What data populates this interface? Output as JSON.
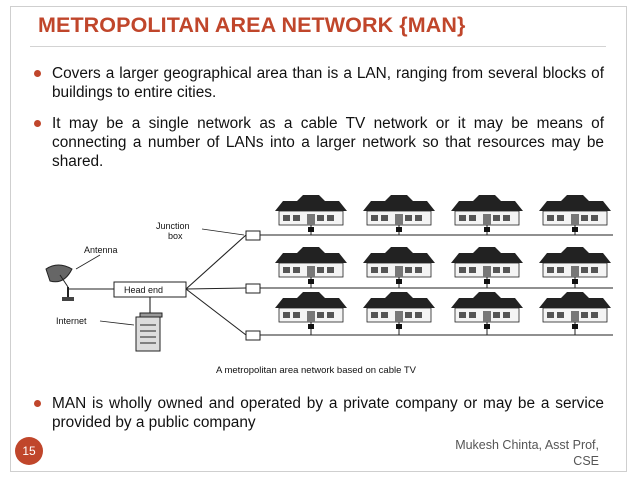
{
  "slide": {
    "title": "METROPOLITAN  AREA NETWORK {MAN}",
    "bullets": [
      "Covers a larger geographical area than is a LAN, ranging from several blocks of buildings to entire cities.",
      "It may be a single network as a cable TV network or it may be means of connecting a number of LANs into a larger network so that resources may be shared.",
      "MAN is wholly owned and operated by a private company or may be a service provided by a public company"
    ],
    "slide_number": "15",
    "author_line1": "Mukesh Chinta, Asst Prof,",
    "author_line2": "CSE",
    "accent_color": "#c0462b"
  },
  "diagram": {
    "labels": {
      "junction": "Junction",
      "box": "box",
      "antenna": "Antenna",
      "head_end": "Head end",
      "internet": "Internet"
    },
    "caption": "A metropolitan area network based on cable TV",
    "house_rows": 3,
    "houses_per_row": 4
  }
}
